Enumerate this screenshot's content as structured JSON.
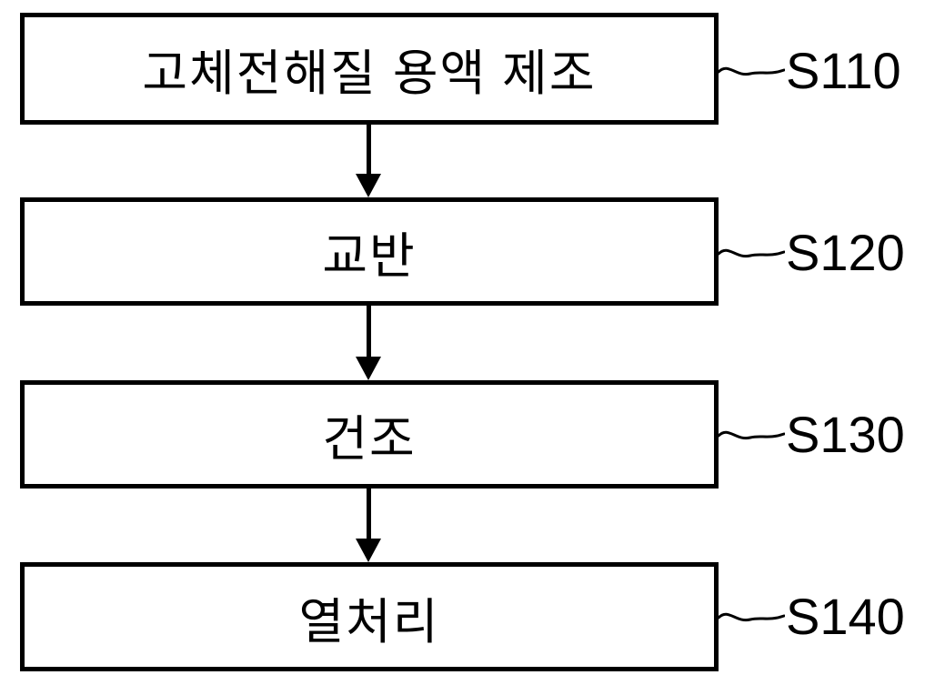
{
  "diagram": {
    "type": "flowchart",
    "orientation": "vertical",
    "colors": {
      "background": "#ffffff",
      "line": "#000000",
      "text": "#000000"
    },
    "steps": [
      {
        "title": "고체전해질 용액 제조",
        "code": "S110"
      },
      {
        "title": "교반",
        "code": "S120"
      },
      {
        "title": "건조",
        "code": "S130"
      },
      {
        "title": "열처리",
        "code": "S140"
      }
    ],
    "connector_style": "squiggle",
    "arrow_style": "solid-triangle-down"
  }
}
